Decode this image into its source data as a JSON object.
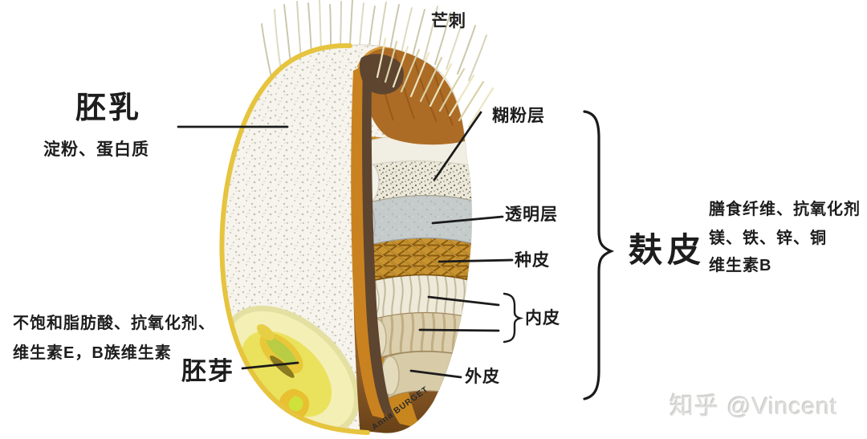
{
  "labels": {
    "awn": "芒刺",
    "endosperm_title": "胚乳",
    "endosperm_desc": "淀粉、蛋白质",
    "aleurone": "糊粉层",
    "hyaline": "透明层",
    "seed_coat": "种皮",
    "inner_skin": "内皮",
    "outer_skin": "外皮",
    "bran_title": "麸皮",
    "bran_desc": [
      "膳食纤维、抗氧化剂",
      "镁、铁、锌、铜",
      "维生素B"
    ],
    "germ_title": "胚芽",
    "germ_desc": [
      "不饱和脂肪酸、抗氧化剂、",
      "维生素E，B族维生素"
    ]
  },
  "credits": {
    "artist_signature": "Anna BURGET",
    "watermark": "知乎 @Vincent"
  },
  "colors": {
    "label_text": "#1d1d1d",
    "pointer_line": "#1b1b1b",
    "watermark": "#dcdcda",
    "kernel_outline_gold": "#e6c43e",
    "endosperm_fill": "#f6f4ec",
    "crease_brown": "#5e4530",
    "pericarp_orange": "#c8861f",
    "cap_brown": "#ad6c25",
    "aleurone_band": "#ebe8da",
    "hyaline_band": "#c5cbcb",
    "seed_coat_gold": "#c9942f",
    "inner_band_light": "#eeead9",
    "inner_band_beige": "#dccfae",
    "outer_band_tan": "#d7cba8",
    "bottom_brown": "#8a5a28",
    "germ_yellow": "#f3efb5",
    "germ_core_yellow": "#eae25c"
  }
}
